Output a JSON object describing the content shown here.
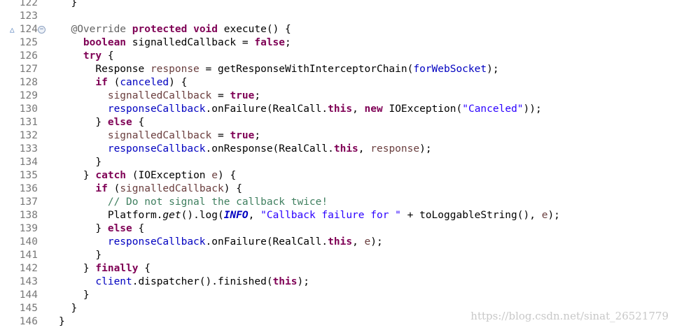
{
  "editor": {
    "marker_glyph": "△",
    "fold_glyph": "−",
    "lines": [
      {
        "n": "122",
        "t": [
          [
            "",
            "  }"
          ]
        ]
      },
      {
        "n": "123",
        "t": []
      },
      {
        "n": "124",
        "t": [
          [
            "",
            "  "
          ],
          [
            "ann",
            "@Override"
          ],
          [
            "",
            " "
          ],
          [
            "kw",
            "protected"
          ],
          [
            "",
            " "
          ],
          [
            "kw",
            "void"
          ],
          [
            "",
            " execute() {"
          ]
        ]
      },
      {
        "n": "125",
        "t": [
          [
            "",
            "    "
          ],
          [
            "kw",
            "boolean"
          ],
          [
            "",
            " signalledCallback = "
          ],
          [
            "kw",
            "false"
          ],
          [
            "",
            ";"
          ]
        ]
      },
      {
        "n": "126",
        "t": [
          [
            "",
            "    "
          ],
          [
            "kw",
            "try"
          ],
          [
            "",
            " {"
          ]
        ]
      },
      {
        "n": "127",
        "t": [
          [
            "",
            "      Response "
          ],
          [
            "lvar",
            "response"
          ],
          [
            "",
            " = getResponseWithInterceptorChain("
          ],
          [
            "fld",
            "forWebSocket"
          ],
          [
            "",
            ");"
          ]
        ]
      },
      {
        "n": "128",
        "t": [
          [
            "",
            "      "
          ],
          [
            "kw",
            "if"
          ],
          [
            "",
            " ("
          ],
          [
            "fld",
            "canceled"
          ],
          [
            "",
            ") {"
          ]
        ]
      },
      {
        "n": "129",
        "t": [
          [
            "",
            "        "
          ],
          [
            "lvar",
            "signalledCallback"
          ],
          [
            "",
            " = "
          ],
          [
            "kw",
            "true"
          ],
          [
            "",
            ";"
          ]
        ]
      },
      {
        "n": "130",
        "t": [
          [
            "",
            "        "
          ],
          [
            "fld",
            "responseCallback"
          ],
          [
            "",
            ".onFailure(RealCall."
          ],
          [
            "kw",
            "this"
          ],
          [
            "",
            ", "
          ],
          [
            "kw",
            "new"
          ],
          [
            "",
            " IOException("
          ],
          [
            "str",
            "\"Canceled\""
          ],
          [
            "",
            "));"
          ]
        ]
      },
      {
        "n": "131",
        "t": [
          [
            "",
            "      } "
          ],
          [
            "kw",
            "else"
          ],
          [
            "",
            " {"
          ]
        ]
      },
      {
        "n": "132",
        "t": [
          [
            "",
            "        "
          ],
          [
            "lvar",
            "signalledCallback"
          ],
          [
            "",
            " = "
          ],
          [
            "kw",
            "true"
          ],
          [
            "",
            ";"
          ]
        ]
      },
      {
        "n": "133",
        "t": [
          [
            "",
            "        "
          ],
          [
            "fld",
            "responseCallback"
          ],
          [
            "",
            ".onResponse(RealCall."
          ],
          [
            "kw",
            "this"
          ],
          [
            "",
            ", "
          ],
          [
            "lvar",
            "response"
          ],
          [
            "",
            ");"
          ]
        ]
      },
      {
        "n": "134",
        "t": [
          [
            "",
            "      }"
          ]
        ]
      },
      {
        "n": "135",
        "t": [
          [
            "",
            "    } "
          ],
          [
            "kw",
            "catch"
          ],
          [
            "",
            " (IOException "
          ],
          [
            "lvar",
            "e"
          ],
          [
            "",
            ") {"
          ]
        ]
      },
      {
        "n": "136",
        "t": [
          [
            "",
            "      "
          ],
          [
            "kw",
            "if"
          ],
          [
            "",
            " ("
          ],
          [
            "lvar",
            "signalledCallback"
          ],
          [
            "",
            ") {"
          ]
        ]
      },
      {
        "n": "137",
        "t": [
          [
            "",
            "        "
          ],
          [
            "cmt",
            "// Do not signal the callback twice!"
          ]
        ]
      },
      {
        "n": "138",
        "t": [
          [
            "",
            "        Platform."
          ],
          [
            "smeth",
            "get"
          ],
          [
            "",
            "().log("
          ],
          [
            "sfld",
            "INFO"
          ],
          [
            "",
            ", "
          ],
          [
            "str",
            "\"Callback failure for \""
          ],
          [
            "",
            " + toLoggableString(), "
          ],
          [
            "lvar",
            "e"
          ],
          [
            "",
            ");"
          ]
        ]
      },
      {
        "n": "139",
        "t": [
          [
            "",
            "      } "
          ],
          [
            "kw",
            "else"
          ],
          [
            "",
            " {"
          ]
        ]
      },
      {
        "n": "140",
        "t": [
          [
            "",
            "        "
          ],
          [
            "fld",
            "responseCallback"
          ],
          [
            "",
            ".onFailure(RealCall."
          ],
          [
            "kw",
            "this"
          ],
          [
            "",
            ", "
          ],
          [
            "lvar",
            "e"
          ],
          [
            "",
            ");"
          ]
        ]
      },
      {
        "n": "141",
        "t": [
          [
            "",
            "      }"
          ]
        ]
      },
      {
        "n": "142",
        "t": [
          [
            "",
            "    } "
          ],
          [
            "kw",
            "finally"
          ],
          [
            "",
            " {"
          ]
        ]
      },
      {
        "n": "143",
        "t": [
          [
            "",
            "      "
          ],
          [
            "fld",
            "client"
          ],
          [
            "",
            ".dispatcher().finished("
          ],
          [
            "kw",
            "this"
          ],
          [
            "",
            ");"
          ]
        ]
      },
      {
        "n": "144",
        "t": [
          [
            "",
            "    }"
          ]
        ]
      },
      {
        "n": "145",
        "t": [
          [
            "",
            "  }"
          ]
        ]
      },
      {
        "n": "146",
        "t": [
          [
            "",
            "}"
          ]
        ]
      }
    ]
  },
  "watermark": "https://blog.csdn.net/sinat_26521779"
}
